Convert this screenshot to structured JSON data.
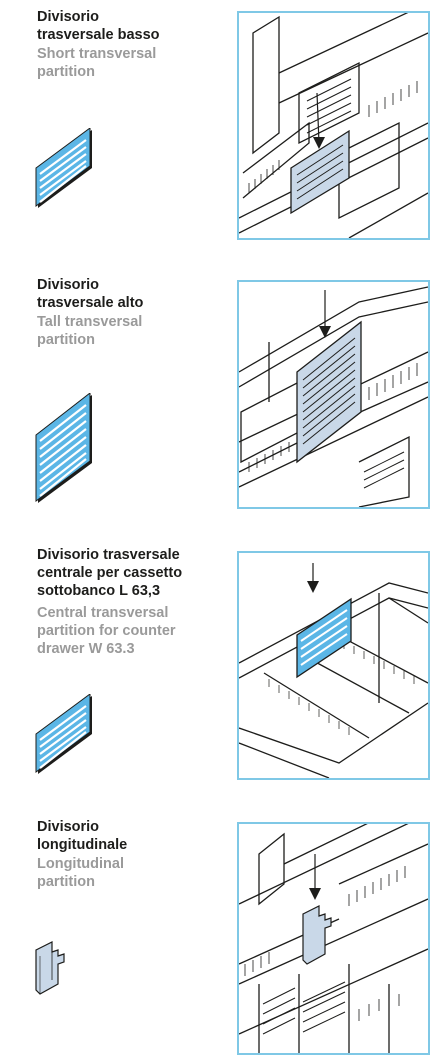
{
  "items": [
    {
      "it_line1": "Divisorio",
      "it_line2": "trasversale basso",
      "it_line3": "",
      "en_line1": "Short transversal",
      "en_line2": "partition",
      "en_line3": "",
      "thumb_icon": "short-partition-icon",
      "illustration": "drawer-short-partition-illustration"
    },
    {
      "it_line1": "Divisorio",
      "it_line2": "trasversale alto",
      "it_line3": "",
      "en_line1": "Tall transversal",
      "en_line2": "partition",
      "en_line3": "",
      "thumb_icon": "tall-partition-icon",
      "illustration": "drawer-tall-partition-illustration"
    },
    {
      "it_line1": "Divisorio trasversale",
      "it_line2": "centrale per cassetto",
      "it_line3": "sottobanco L 63,3",
      "en_line1": "Central transversal",
      "en_line2": "partition for counter",
      "en_line3": "drawer W 63.3",
      "thumb_icon": "central-partition-icon",
      "illustration": "drawer-central-partition-illustration"
    },
    {
      "it_line1": "Divisorio",
      "it_line2": "longitudinale",
      "it_line3": "",
      "en_line1": "Longitudinal",
      "en_line2": "partition",
      "en_line3": "",
      "thumb_icon": "longitudinal-partition-icon",
      "illustration": "drawer-longitudinal-partition-illustration"
    }
  ],
  "colors": {
    "frame_border": "#7fc8e6",
    "partition_fill": "#5bb6e6",
    "partition_stripe": "#ffffff",
    "line": "#1d1d1b",
    "caption_it": "#1d1d1b",
    "caption_en": "#9a9a9a"
  }
}
